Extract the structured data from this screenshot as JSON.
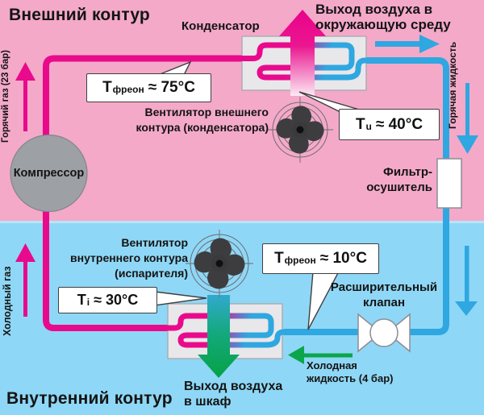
{
  "headings": {
    "external": "Внешний контур",
    "internal": "Внутренний контур"
  },
  "components": {
    "compressor": "Компрессор",
    "condenser": "Конденсатор",
    "filter_drier": [
      "Фильтр-",
      "осушитель"
    ],
    "expansion_valve": [
      "Расширительный",
      "клапан"
    ],
    "fan_external": [
      "Вентилятор внешнего",
      "контура (конденсатора)"
    ],
    "fan_internal": [
      "Вентилятор",
      "внутреннего контура",
      "(испарителя)"
    ]
  },
  "flow_labels": {
    "hot_gas": "Горячий газ (23 бар)",
    "hot_liquid": "Горячая жидкость",
    "cold_gas": "Холодный газ",
    "cold_liquid": [
      "Холодная",
      "жидкость (4 бар)"
    ],
    "air_exhaust": [
      "Выход воздуха в",
      "окружающую среду"
    ],
    "air_cabinet": [
      "Выход воздуха",
      "в шкаф"
    ]
  },
  "temperatures": {
    "freon_hot": {
      "symbol": "Т",
      "subscript": "фреон",
      "value": "≈ 75°C"
    },
    "ambient": {
      "symbol": "Т",
      "subscript": "u",
      "value": "≈ 40°C"
    },
    "freon_cold": {
      "symbol": "Т",
      "subscript": "фреон",
      "value": "≈ 10°C"
    },
    "internal": {
      "symbol": "Т",
      "subscript": "i",
      "value": "≈ 30°C"
    }
  },
  "colors": {
    "background_external": "#F4A9C9",
    "background_internal": "#8FD7F6",
    "hot_pipe_magenta": "#E90A8C",
    "cold_pipe_blue": "#2FA7E0",
    "air_green": "#05A246",
    "component_gray": "#9DA0A4",
    "heat_exchanger_fill": "#E8E7EA"
  }
}
